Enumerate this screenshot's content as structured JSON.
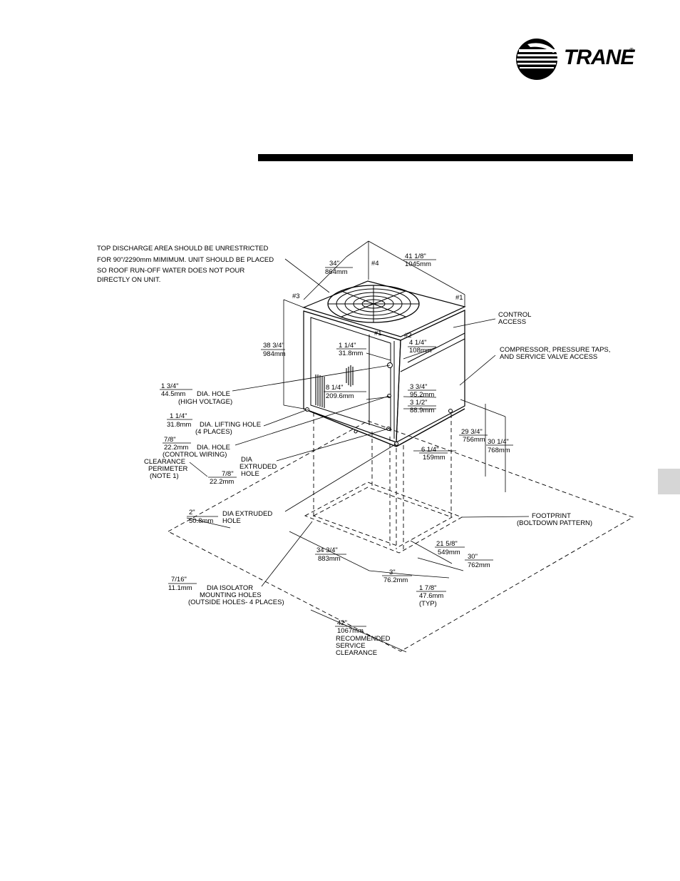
{
  "brand": {
    "name": "TRANE",
    "reg_mark": "®"
  },
  "colors": {
    "ink": "#000000",
    "tab": "#d6d6d6",
    "paper": "#ffffff"
  },
  "icons": {
    "logo": "trane-circle-logo"
  },
  "labels": {
    "top_discharge": [
      "TOP DISCHARGE AREA SHOULD BE UNRESTRICTED",
      "FOR 90\"/2290mm MIMIMUM. UNIT SHOULD BE PLACED",
      "SO ROOF RUN-OFF WATER DOES NOT POUR",
      "DIRECTLY ON UNIT."
    ],
    "corner_1": "#1",
    "corner_2": "#2",
    "corner_3": "#3",
    "corner_4": "#4",
    "corner_1b": "#1",
    "dim_34": [
      "34\"",
      "864mm"
    ],
    "dim_41": [
      "41 1/8\"",
      "1045mm"
    ],
    "dim_38": [
      "38 3/4\"",
      "984mm"
    ],
    "dim_1_14_top": [
      "1 1/4\"",
      "31.8mm"
    ],
    "dim_4_14": [
      "4 1/4\"",
      "108mm"
    ],
    "dim_8_14": [
      "8 1/4\"",
      "209.6mm"
    ],
    "dim_3_34": [
      "3 3/4\"",
      "95.2mm"
    ],
    "dim_3_12": [
      "3 1/2\"",
      "88.9mm"
    ],
    "control_access": [
      "CONTROL",
      "ACCESS"
    ],
    "compressor_access": [
      "COMPRESSOR, PRESSURE TAPS,",
      "AND SERVICE VALVE ACCESS"
    ],
    "hole_1_34": [
      "1 3/4\"",
      "44.5mm",
      "DIA. HOLE",
      "(HIGH VOLTAGE)"
    ],
    "hole_1_14": [
      "1 1/4\"",
      "31.8mm",
      "DIA. LIFTING HOLE",
      "(4 PLACES)"
    ],
    "hole_7_8": [
      "7/8\"",
      "22.2mm",
      "DIA. HOLE",
      "(CONTROL WIRING)"
    ],
    "clearance_perimeter": [
      "CLEARANCE",
      "PERIMETER",
      "(NOTE 1)"
    ],
    "dia_extruded_7_8": [
      "7/8\"",
      "22.2mm",
      "DIA",
      "EXTRUDED",
      "HOLE"
    ],
    "dim_29_34": [
      "29 3/4\"",
      "756mm"
    ],
    "dim_30_14": [
      "30 1/4\"",
      "768mm"
    ],
    "dim_6_14": [
      "6 1/4\"",
      "159mm"
    ],
    "dia_extruded_2": [
      "2\"",
      "50.8mm",
      "DIA EXTRUDED",
      "HOLE"
    ],
    "footprint": [
      "FOOTPRINT",
      "(BOLTDOWN PATTERN)"
    ],
    "dim_34_34": [
      "34 3/4\"",
      "883mm"
    ],
    "dim_21_58": [
      "21 5/8\"",
      "549mm"
    ],
    "dim_30": [
      "30\"",
      "762mm"
    ],
    "dim_3": [
      "3\"",
      "76.2mm"
    ],
    "dim_1_78": [
      "1 7/8\"",
      "47.6mm",
      "(TYP)"
    ],
    "isolator": [
      "7/16\"",
      "11.1mm",
      "DIA ISOLATOR",
      "MOUNTING HOLES",
      "(OUTSIDE HOLES- 4 PLACES)"
    ],
    "service_clearance": [
      "42\"",
      "1067mm",
      "RECOMMENDED",
      "SERVICE",
      "CLEARANCE"
    ]
  }
}
